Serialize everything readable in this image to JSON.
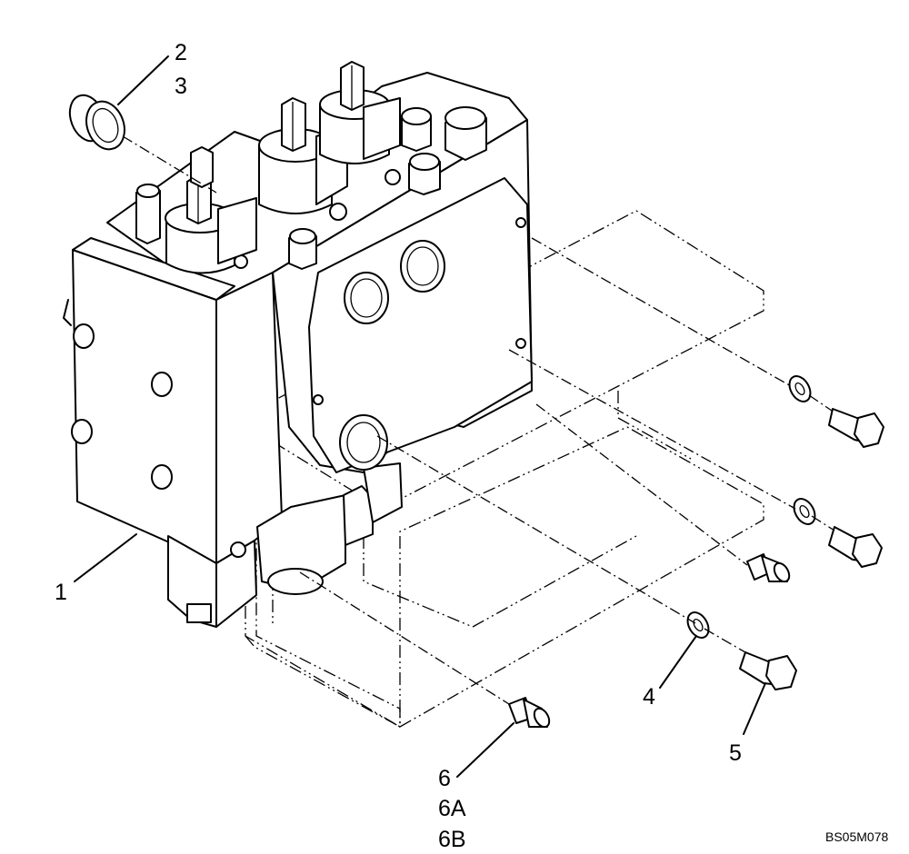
{
  "callouts": {
    "c1": "1",
    "c2": "2",
    "c3": "3",
    "c4": "4",
    "c5": "5",
    "c6": "6",
    "c6a": "6A",
    "c6b": "6B"
  },
  "drawing_code": "BS05M078"
}
